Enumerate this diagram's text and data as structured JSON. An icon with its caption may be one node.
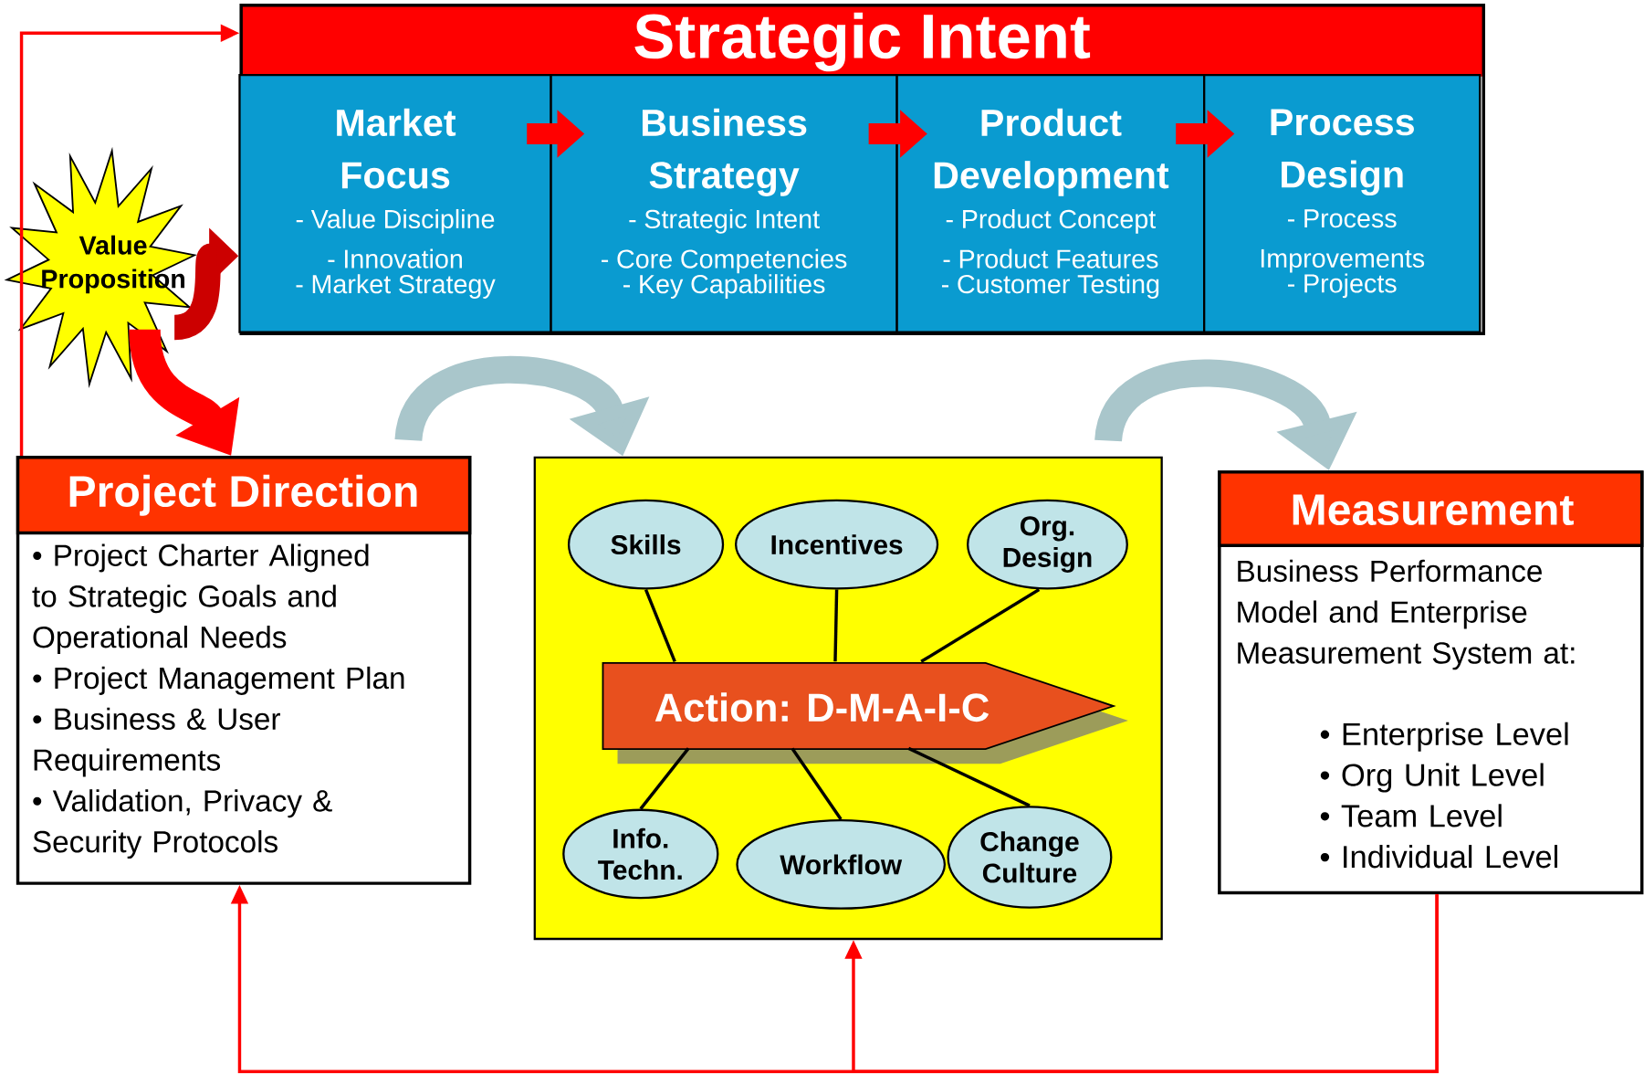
{
  "diagram": {
    "nodes": [
      {
        "text": [
          "Strategic Intent"
        ]
      },
      {
        "text": [
          "Market Focus",
          "- Value Discipline",
          "- Innovation",
          "- Market Strategy"
        ],
        "in": 0
      },
      {
        "text": [
          "Business Strategy",
          "- Strategic Intent",
          "- Core Competencies",
          "- Key Capabilities"
        ],
        "in": 0
      },
      {
        "text": [
          "Product Development",
          "- Product Concept",
          "- Product Features",
          "- Customer Testing"
        ],
        "in": 0
      },
      {
        "text": [
          "Process Design",
          "- Process Improvements",
          "- Projects"
        ],
        "in": 0
      },
      {
        "text": [
          "Value Proposition"
        ]
      },
      {
        "text": [
          "Project Direction",
          "• Project Charter Aligned to Strategic Goals and Operational Needs",
          "• Project Management Plan",
          "• Business & User Requirements",
          "• Validation, Privacy & Security Protocols"
        ]
      },
      {
        "text": [],
        "shape": "box"
      },
      {
        "text": [
          "Action: D-M-A-I-C"
        ],
        "in": 7
      },
      {
        "text": [
          "Skills"
        ],
        "in": 7
      },
      {
        "text": [
          "Incentives"
        ],
        "in": 7
      },
      {
        "text": [
          "Org. Design"
        ],
        "in": 7
      },
      {
        "text": [
          "Info. Techn."
        ],
        "in": 7
      },
      {
        "text": [
          "Workflow"
        ],
        "in": 7
      },
      {
        "text": [
          "Change Culture"
        ],
        "in": 7
      },
      {
        "text": [
          "Measurement",
          "Business Performance Model and Enterprise Measurement System at:",
          "• Enterprise Level",
          "• Org Unit Level",
          "• Team Level",
          "• Individual Level"
        ]
      }
    ],
    "edges": [
      {
        "from": 1,
        "to": 2,
        "arrow": "to",
        "style": "thick",
        "color": "#ff0000"
      },
      {
        "from": 2,
        "to": 3,
        "arrow": "to",
        "style": "thick",
        "color": "#ff0000"
      },
      {
        "from": 3,
        "to": 4,
        "arrow": "to",
        "style": "thick",
        "color": "#ff0000"
      },
      {
        "from": 5,
        "to": 1,
        "arrow": "to",
        "style": "thick",
        "color": "#cc0000"
      },
      {
        "from": 5,
        "to": 6,
        "arrow": "to",
        "style": "thick",
        "color": "#ff0000"
      },
      {
        "from": 6,
        "to": 0,
        "arrow": "to",
        "color": "#ff0000"
      },
      {
        "from": 6,
        "to": 7,
        "arrow": "to",
        "style": "thick",
        "color": "#a9c6cb"
      },
      {
        "from": 7,
        "to": 15,
        "arrow": "to",
        "style": "thick",
        "color": "#a9c6cb"
      },
      {
        "from": 9,
        "to": 8,
        "arrow": "none",
        "color": "#000000"
      },
      {
        "from": 10,
        "to": 8,
        "arrow": "none",
        "color": "#000000"
      },
      {
        "from": 11,
        "to": 8,
        "arrow": "none",
        "color": "#000000"
      },
      {
        "from": 12,
        "to": 8,
        "arrow": "none",
        "color": "#000000"
      },
      {
        "from": 13,
        "to": 8,
        "arrow": "none",
        "color": "#000000"
      },
      {
        "from": 14,
        "to": 8,
        "arrow": "none",
        "color": "#000000"
      },
      {
        "from": 15,
        "to": 6,
        "arrow": "to",
        "color": "#ff0000"
      },
      {
        "from": 15,
        "to": 7,
        "arrow": "to",
        "color": "#ff0000"
      }
    ]
  }
}
